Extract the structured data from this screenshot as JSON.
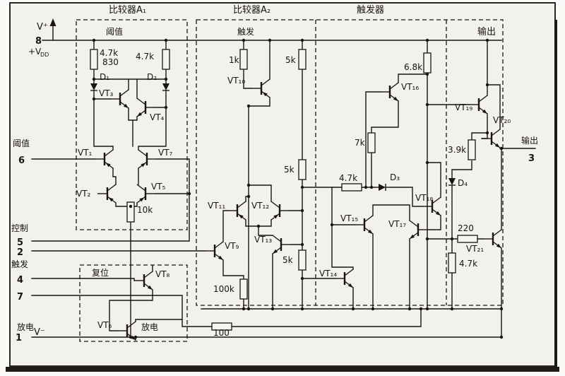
{
  "figure": {
    "sections": {
      "comparator_a1": "比较器A₁",
      "comparator_a2": "比较器A₂",
      "flip_flop": "触发器",
      "output": "输出"
    },
    "inner_labels": {
      "threshold": "阈值",
      "trigger": "触发",
      "reset": "复位",
      "discharge": "放电"
    },
    "pins": {
      "v_plus": "V⁺",
      "pin8": "8",
      "vdd_prefix": "+V",
      "vdd_sub": "DD",
      "threshold": "阈值",
      "pin6": "6",
      "control": "控制",
      "pin5": "5",
      "pin2": "2",
      "trigger": "触发",
      "pin4": "4",
      "pin7": "7",
      "discharge": "放电",
      "pin1": "1",
      "v_minus": "V⁻",
      "output": "输出",
      "pin3": "3"
    },
    "transistors": {
      "vt1": "VT₁",
      "vt2": "VT₂",
      "vt3": "VT₃",
      "vt4": "VT₄",
      "vt5": "VT₅",
      "vt6": "VT₆",
      "vt7": "VT₇",
      "vt8": "VT₈",
      "vt9": "VT₉",
      "vt10": "VT₁₀",
      "vt11": "VT₁₁",
      "vt12": "VT₁₂",
      "vt13": "VT₁₃",
      "vt14": "VT₁₄",
      "vt15": "VT₁₅",
      "vt16": "VT₁₆",
      "vt17": "VT₁₇",
      "vt18": "VT₁₈",
      "vt19": "VT₁₉",
      "vt20": "VT₂₀",
      "vt21": "VT₂₁"
    },
    "diodes": {
      "d1": "D₁",
      "d2": "D₂",
      "d3": "D₃",
      "d4": "D₄"
    },
    "resistors": {
      "r_4k7_a": "4.7k",
      "r_830": "830",
      "r_4k7_b": "4.7k",
      "r_10k": "10k",
      "r_1k": "1k",
      "r_5k_a": "5k",
      "r_5k_b": "5k",
      "r_5k_c": "5k",
      "r_100k": "100k",
      "r_100": "100",
      "r_6k8": "6.8k",
      "r_7k": "7k",
      "r_4k7_c": "4.7k",
      "r_3k9": "3.9k",
      "r_220": "220",
      "r_4k7_d": "4.7k"
    }
  }
}
